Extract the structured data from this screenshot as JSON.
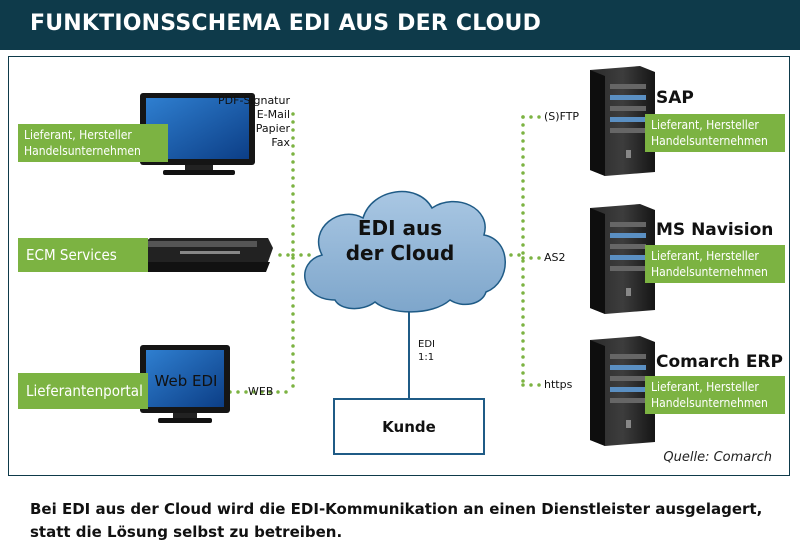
{
  "header": {
    "title": "FUNKTIONSSCHEMA EDI AUS DER CLOUD"
  },
  "left": {
    "top": {
      "box_lines": [
        "Lieferant, Hersteller",
        "Handelsunternehmen"
      ],
      "channels": [
        "PDF-Signatur",
        "E-Mail",
        "Papier",
        "Fax"
      ]
    },
    "middle": {
      "box": "ECM Services"
    },
    "bottom": {
      "box": "Lieferantenportal",
      "screen_text": "Web EDI",
      "channel": "WEB"
    }
  },
  "cloud": {
    "lines": [
      "EDI aus",
      "der Cloud"
    ]
  },
  "link": {
    "lines": [
      "EDI",
      "1:1"
    ]
  },
  "kunde": "Kunde",
  "right": {
    "servers": [
      {
        "title": "SAP",
        "box_lines": [
          "Lieferant, Hersteller",
          "Handelsunternehmen"
        ],
        "protocol": "(S)FTP"
      },
      {
        "title": "MS Navision",
        "box_lines": [
          "Lieferant, Hersteller",
          "Handelsunternehmen"
        ],
        "protocol": "AS2"
      },
      {
        "title": "Comarch ERP",
        "box_lines": [
          "Lieferant, Hersteller",
          "Handelsunternehmen"
        ],
        "protocol": "https"
      }
    ]
  },
  "source": "Quelle: Comarch",
  "caption": "Bei EDI aus der Cloud wird die EDI-Kommunikation an einen Dienstleister ausgelagert, statt die Lösung selbst zu betreiben.",
  "colors": {
    "header": "#0e3a4a",
    "green": "#7cb342",
    "cloud": "#8fb4d6",
    "line": "#1f5b86"
  }
}
